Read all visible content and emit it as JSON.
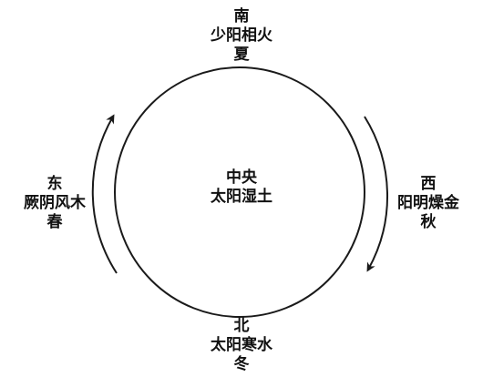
{
  "center": {
    "line1": "中央",
    "line2": "太阳湿土"
  },
  "north": {
    "direction": "南",
    "element": "少阳相火",
    "season": "夏"
  },
  "south": {
    "direction": "北",
    "element": "太阳寒水",
    "season": "冬"
  },
  "east": {
    "direction": "东",
    "element": "厥阴风木",
    "season": "春"
  },
  "west": {
    "direction": "西",
    "element": "阳明燥金",
    "season": "秋"
  },
  "colors": {
    "stroke": "#1a1a1a",
    "text": "#111111",
    "background": "#ffffff"
  }
}
